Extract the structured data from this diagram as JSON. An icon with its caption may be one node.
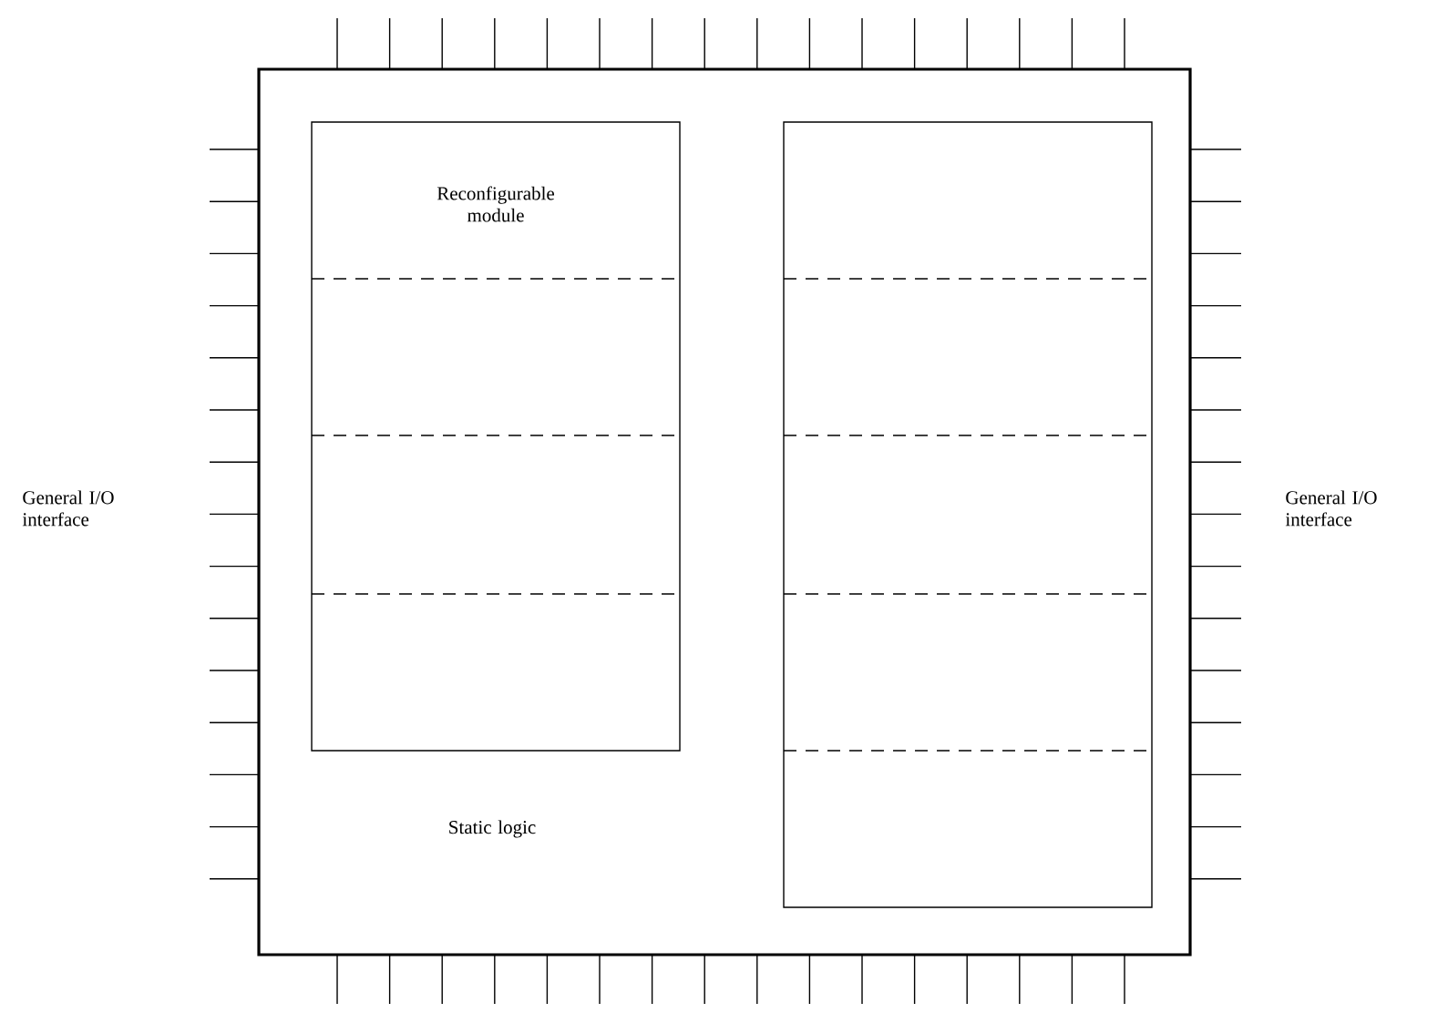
{
  "diagram": {
    "nodes": [
      {
        "text": [
          "Static logic"
        ]
      },
      {
        "text": [
          "Reconfigurable module"
        ],
        "in": 0
      },
      {
        "text": [],
        "shape": "box",
        "in": 0
      }
    ],
    "labels": [
      "General I/O interface",
      "General I/O interface"
    ]
  }
}
